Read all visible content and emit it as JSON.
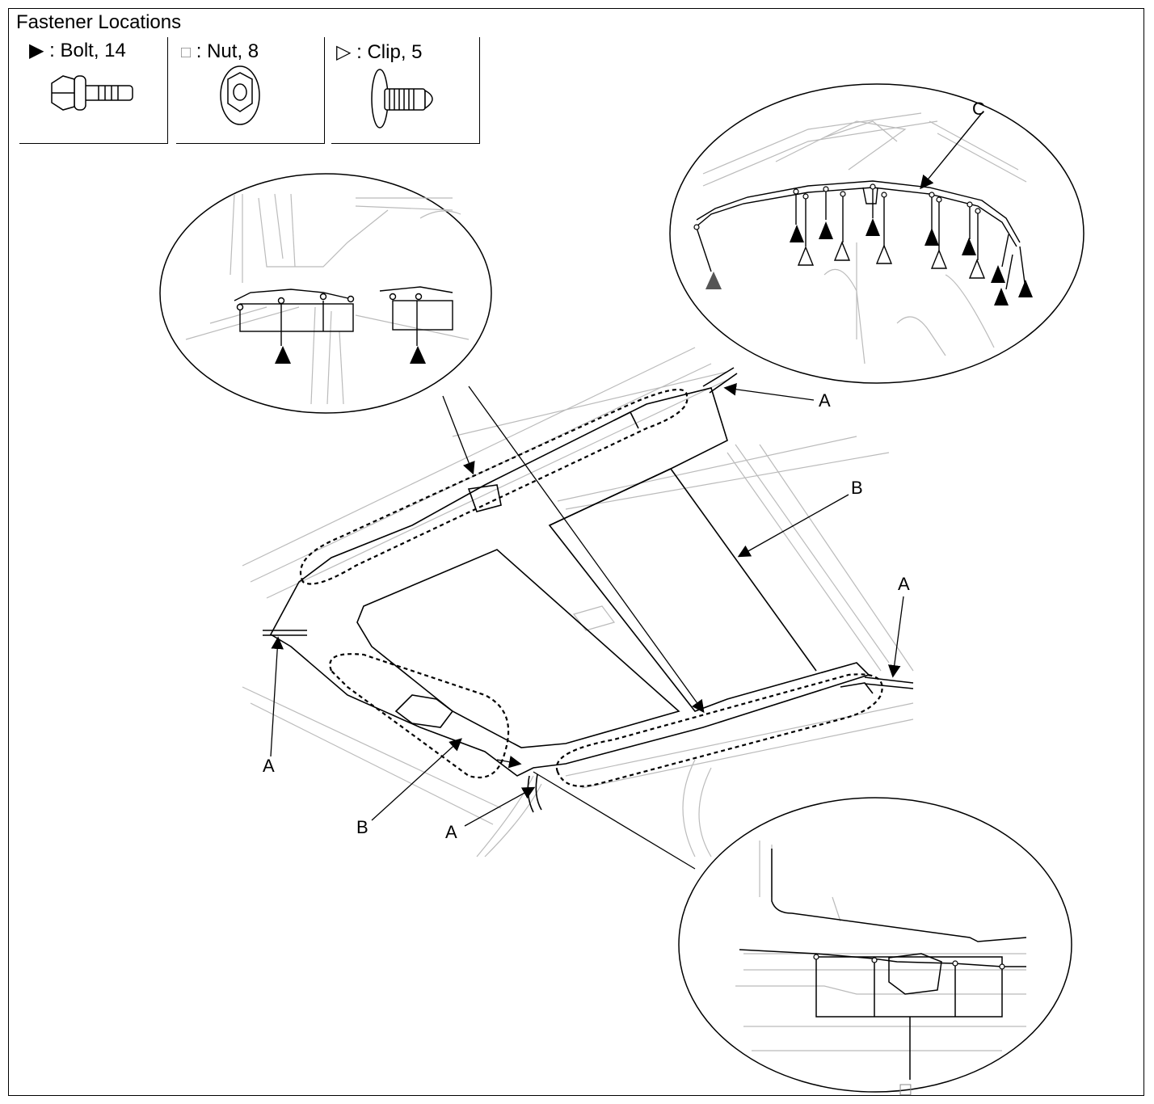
{
  "title": "Fastener Locations",
  "legend": [
    {
      "symbol": "▶",
      "text": ": Bolt, 14",
      "type": "bolt"
    },
    {
      "symbol": "□",
      "text": ": Nut, 8",
      "type": "nut"
    },
    {
      "symbol": "▷",
      "text": ": Clip, 5",
      "type": "clip"
    }
  ],
  "callouts": {
    "a": "A",
    "b": "B",
    "c": "C",
    "nut_marker": "□"
  }
}
